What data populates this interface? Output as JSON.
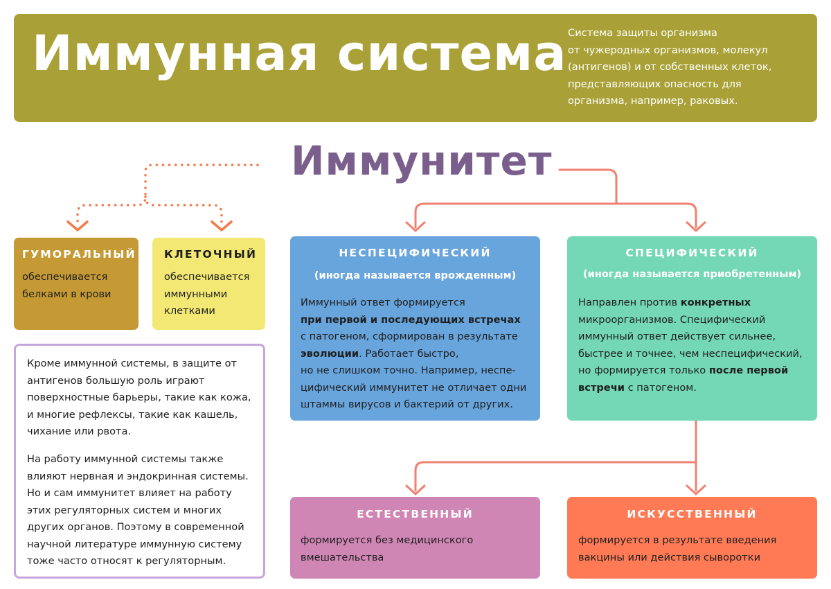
{
  "header": {
    "title": "Иммунная система",
    "description_lines": [
      "Система защиты организма",
      "от чужеродных организмов, молекул",
      "(антигенов) и от собственных клеток,",
      "представляющих опасность для",
      "организма, например, раковых."
    ]
  },
  "immunity": {
    "title": "Иммунитет"
  },
  "humoral": {
    "title": "ГУМОРАЛЬНЫЙ",
    "lines": [
      "обеспечивается",
      "белками в крови"
    ]
  },
  "cellular": {
    "title": "КЛЕТОЧНЫЙ",
    "lines": [
      "обеспечивается",
      "иммунными",
      "клетками"
    ]
  },
  "nonspecific": {
    "title": "НЕСПЕЦИФИЧЕСКИЙ",
    "subtitle": "(иногда называется врожденным)",
    "lines": [
      {
        "parts": [
          {
            "t": "Иммунный ответ формируется"
          }
        ]
      },
      {
        "parts": [
          {
            "t": "при первой и последующих встречах",
            "b": true
          }
        ]
      },
      {
        "parts": [
          {
            "t": "с патогеном, сформирован в результате"
          }
        ]
      },
      {
        "parts": [
          {
            "t": "эволюции",
            "b": true
          },
          {
            "t": ". Работает быстро,"
          }
        ]
      },
      {
        "parts": [
          {
            "t": "но не слишком точно. Например, неспе-"
          }
        ]
      },
      {
        "parts": [
          {
            "t": "цифический иммунитет не отличает одни"
          }
        ]
      },
      {
        "parts": [
          {
            "t": "штаммы вирусов и бактерий от других."
          }
        ]
      }
    ]
  },
  "specific": {
    "title": "СПЕЦИФИЧЕСКИЙ",
    "subtitle": "(иногда называется приобретенным)",
    "lines": [
      {
        "parts": [
          {
            "t": "Направлен против "
          },
          {
            "t": "конкретных",
            "b": true
          }
        ]
      },
      {
        "parts": [
          {
            "t": "микроорганизмов. Специфический"
          }
        ]
      },
      {
        "parts": [
          {
            "t": "иммунный ответ действует сильнее,"
          }
        ]
      },
      {
        "parts": [
          {
            "t": "быстрее и точнее, чем неспецифический,"
          }
        ]
      },
      {
        "parts": [
          {
            "t": "но формируется только "
          },
          {
            "t": "после первой",
            "b": true
          }
        ]
      },
      {
        "parts": [
          {
            "t": "встречи",
            "b": true
          },
          {
            "t": " с патогеном."
          }
        ]
      }
    ]
  },
  "natural": {
    "title": "ЕСТЕСТВЕННЫЙ",
    "lines": [
      "формируется без медицинского",
      "вмешательства"
    ]
  },
  "artificial": {
    "title": "ИСКУССТВЕННЫЙ",
    "lines": [
      "формируется в результате введения",
      "вакцины или действия сыворотки"
    ]
  },
  "note": {
    "paragraph1": [
      "Кроме иммунной системы, в защите от",
      "антигенов большую роль играют",
      "поверхностные барьеры, такие как кожа,",
      "и многие рефлексы, такие как кашель,",
      "чихание или рвота."
    ],
    "paragraph2": [
      "На работу иммунной системы также",
      "влияют нервная и эндокринная системы.",
      "Но и сам иммунитет влияет на работу",
      "этих регуляторных систем и многих",
      "других органов. Поэтому в современной",
      "научной литературе иммунную систему",
      "тоже часто относят к регуляторным."
    ]
  },
  "colors": {
    "header_bg": "#a9a137",
    "immunity_title": "#7a5f8c",
    "connector_dotted": "#f07a4a",
    "connector_solid": "#f08070",
    "humoral_bg": "#c59a35",
    "cellular_bg": "#f3e873",
    "nonspecific_bg": "#68a5dd",
    "specific_bg": "#74d7b6",
    "natural_bg": "#cf86b4",
    "artificial_bg": "#ff7a55",
    "note_border": "#c9a5dd"
  }
}
